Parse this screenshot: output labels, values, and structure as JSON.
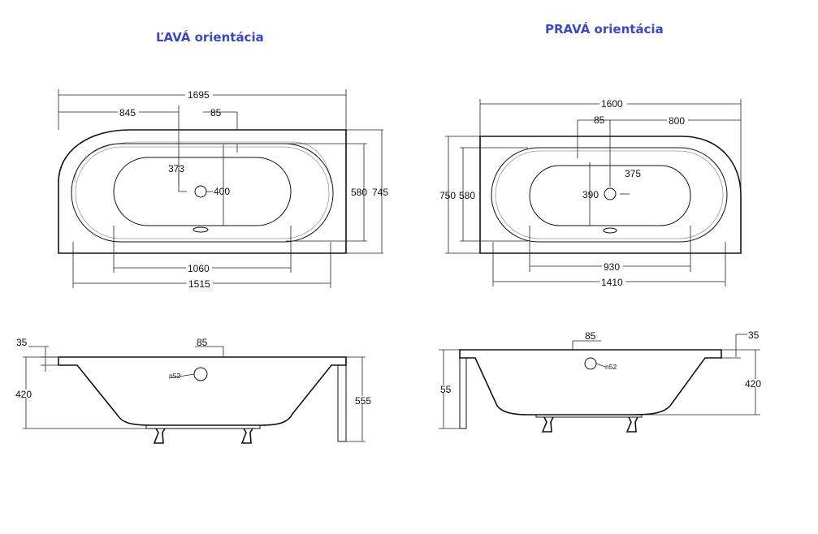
{
  "titles": {
    "left": "ĽAVÁ orientácia",
    "right": "PRAVÁ orientácia"
  },
  "left_top": {
    "overall_width": "1695",
    "left_to_drain": "845",
    "drain_offset": "85",
    "drain_y": "373",
    "drain_label": "400",
    "inner_height": "580",
    "outer_height": "745",
    "bowl_length": "1060",
    "rim_length": "1515"
  },
  "right_top": {
    "overall_width": "1600",
    "drain_offset": "85",
    "right_to_drain": "800",
    "drain_x": "375",
    "drain_y": "390",
    "outer_height": "750",
    "inner_height": "580",
    "bowl_length": "930",
    "rim_length": "1410"
  },
  "left_side": {
    "rim": "35",
    "drain_offset": "85",
    "drain_label": "n52",
    "depth": "420",
    "total_height": "555"
  },
  "right_side": {
    "drain_offset": "85",
    "rim": "35",
    "drain_label": "n52",
    "total_height": "55",
    "depth": "420"
  }
}
